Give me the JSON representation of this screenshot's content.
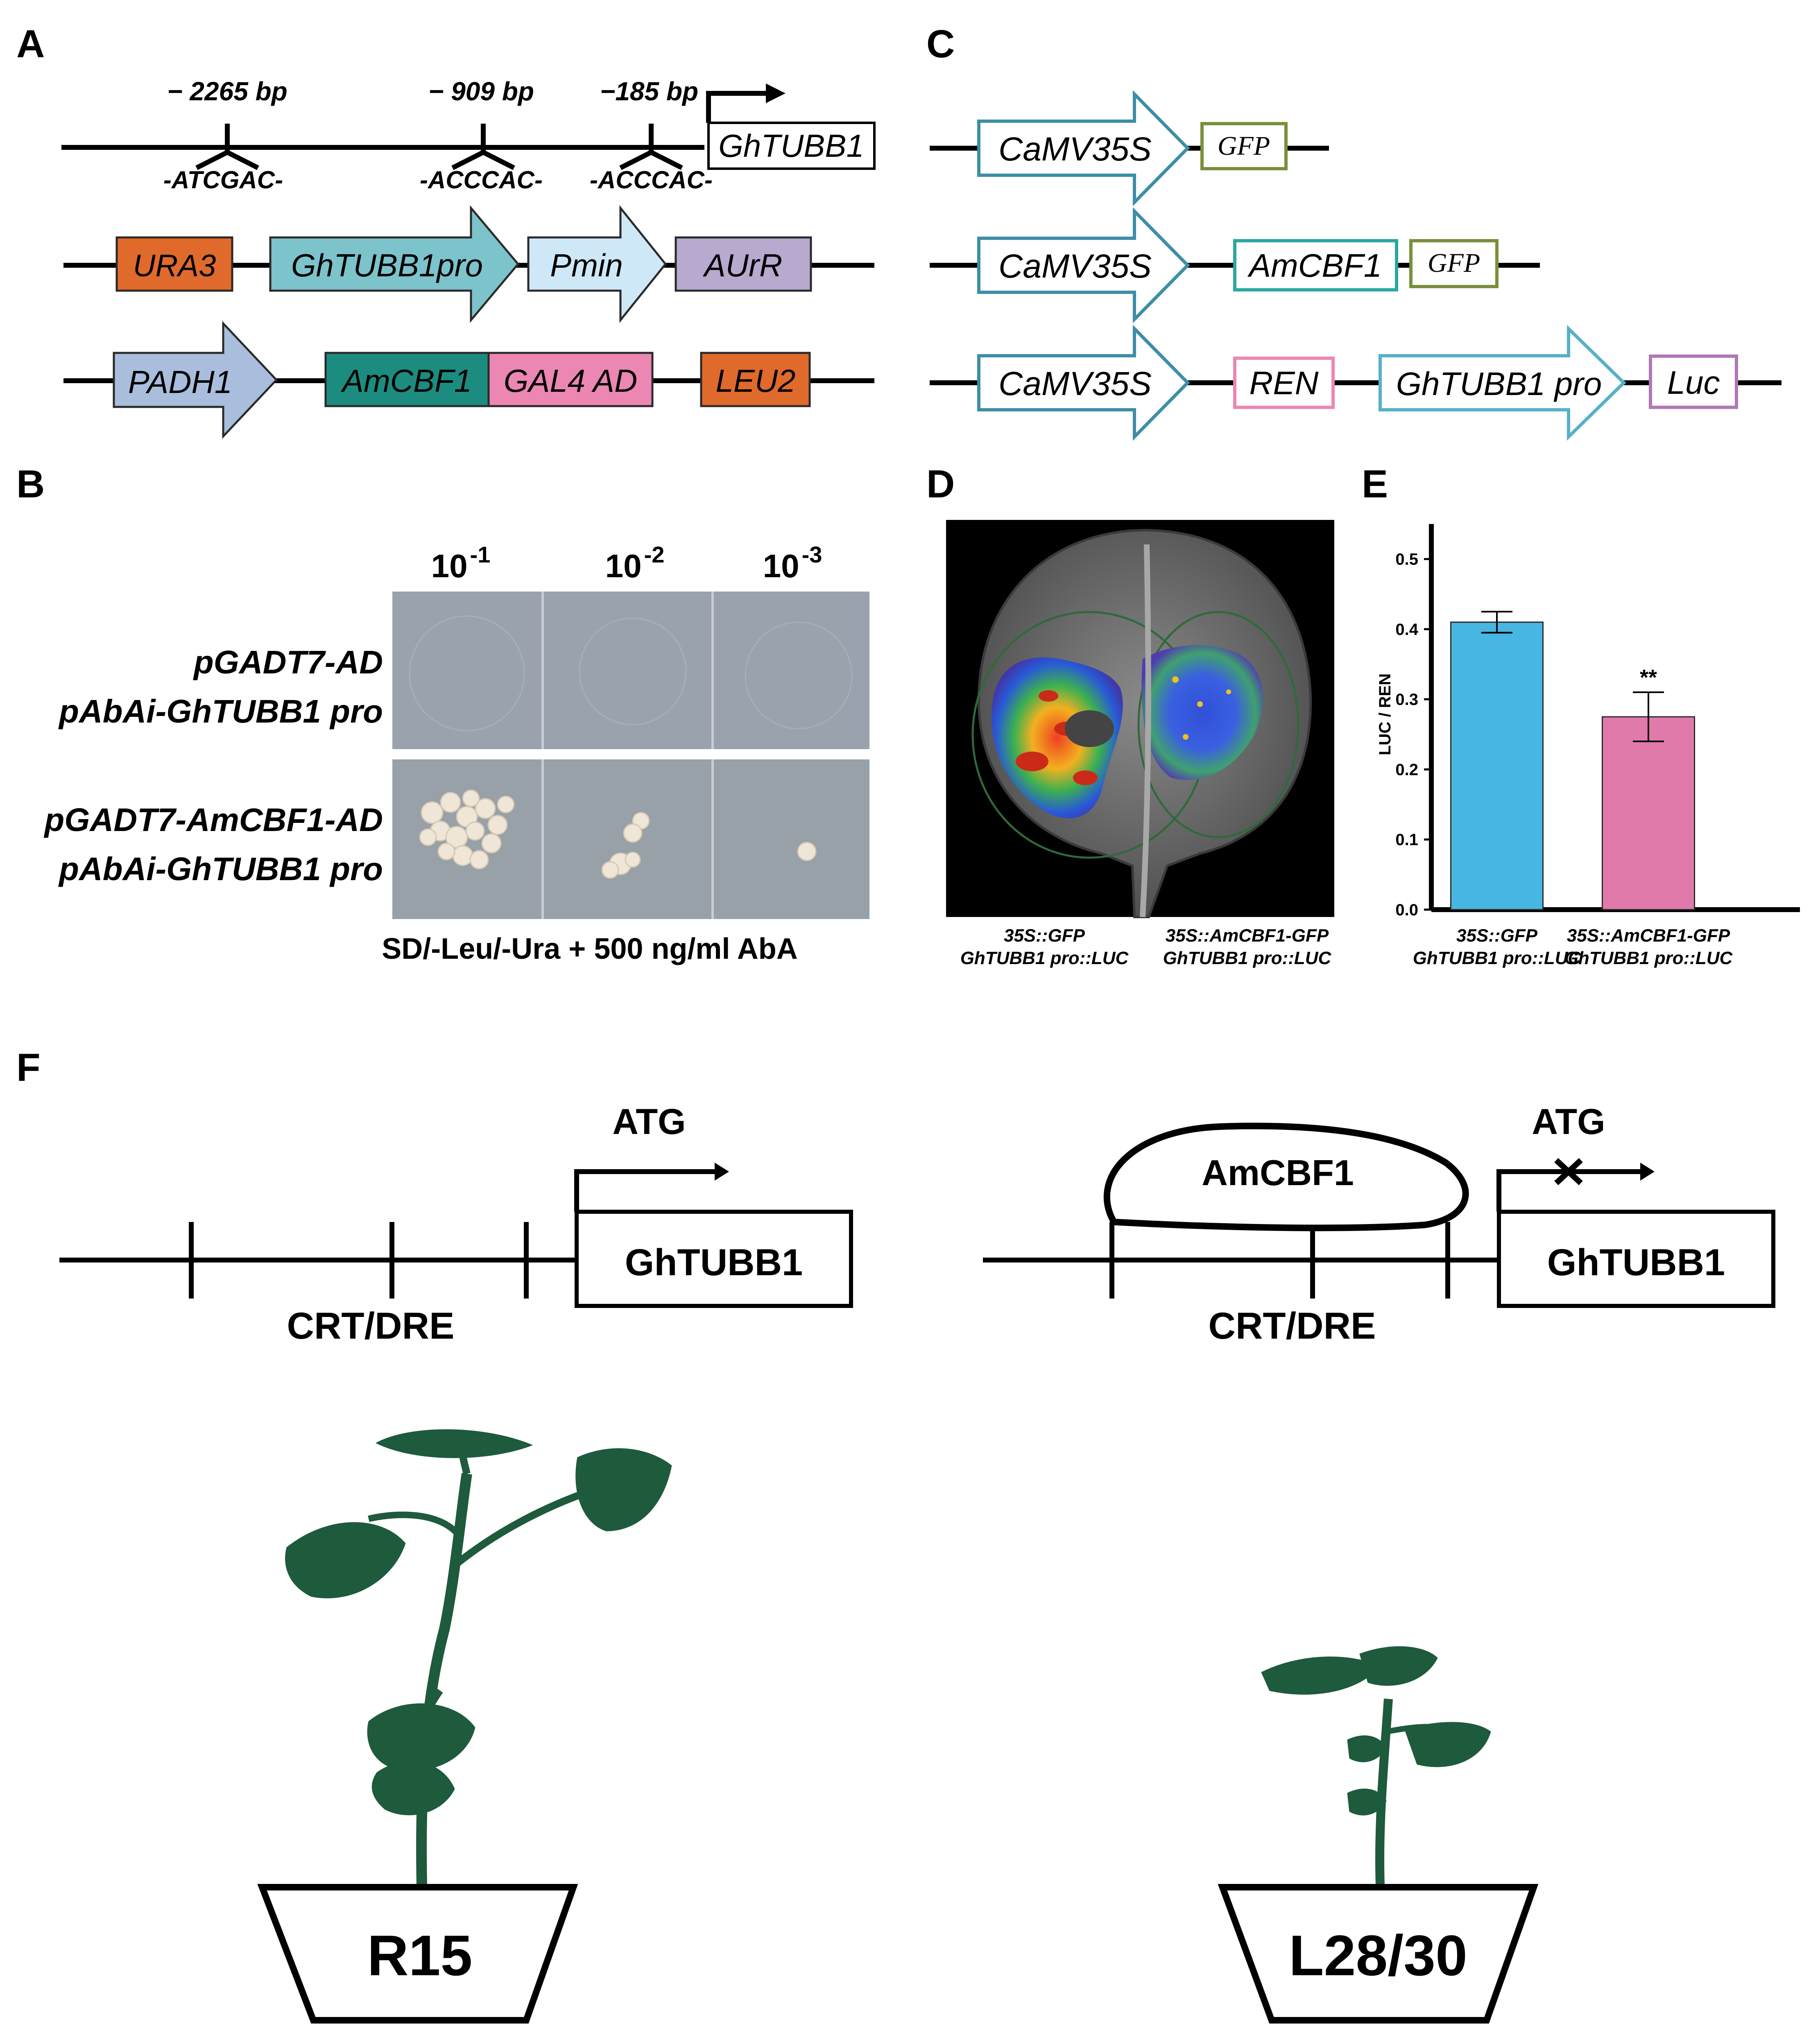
{
  "panels": {
    "a": "A",
    "b": "B",
    "c": "C",
    "d": "D",
    "e": "E",
    "f": "F"
  },
  "panel_a": {
    "positions": [
      "− 2265 bp",
      "− 909 bp",
      "−185 bp"
    ],
    "motifs": [
      "-ATCGAC-",
      "-ACCCAC-",
      "-ACCCAC-"
    ],
    "gene": "GhTUBB1",
    "row2": {
      "ura3": "URA3",
      "promoter": "GhTUBB1pro",
      "pmin": "Pmin",
      "aurr": "AUrR"
    },
    "row3": {
      "padh1": "PADH1",
      "amcbf1": "AmCBF1",
      "gal4ad": "GAL4 AD",
      "leu2": "LEU2"
    },
    "colors": {
      "ura3": "#e06a2c",
      "promoter": "#7cc3cc",
      "pmin": "#cfe8f8",
      "aurr": "#b8a9cf",
      "padh1": "#a8bedc",
      "amcbf1": "#1c8c80",
      "gal4ad": "#ec86b2",
      "leu2": "#e06a2c"
    }
  },
  "panel_b": {
    "dilutions": [
      {
        "base": "10",
        "exp": "-1"
      },
      {
        "base": "10",
        "exp": "-2"
      },
      {
        "base": "10",
        "exp": "-3"
      }
    ],
    "row1": [
      "pGADT7-AD",
      "pAbAi-GhTUBB1 pro"
    ],
    "row2": [
      "pGADT7-AmCBF1-AD",
      "pAbAi-GhTUBB1 pro"
    ],
    "medium": "SD/-Leu/-Ura + 500 ng/ml AbA"
  },
  "panel_c": {
    "promoter": "CaMV35S",
    "gfp": "GFP",
    "amcbf1": "AmCBF1",
    "ren": "REN",
    "gh_promoter": "GhTUBB1 pro",
    "luc": "Luc",
    "colors": {
      "arrow": "#3d8ea6",
      "gfp": "#7a8f3c",
      "amcbf1": "#2aa8a0",
      "ren": "#ec86b2",
      "gh_promoter": "#57b0c8",
      "luc": "#b077b8"
    }
  },
  "panel_d": {
    "left_label": [
      "35S::GFP",
      "GhTUBB1 pro::LUC"
    ],
    "right_label": [
      "35S::AmCBF1-GFP",
      "GhTUBB1 pro::LUC"
    ]
  },
  "panel_f": {
    "atg": "ATG",
    "gene": "GhTUBB1",
    "element": "CRT/DRE",
    "tf": "AmCBF1",
    "plants": [
      "R15",
      "L28/30"
    ],
    "plant_color": "#1e5a3c"
  },
  "chart_data": {
    "type": "bar",
    "categories": [
      [
        "35S::GFP",
        "GhTUBB1 pro::LUC"
      ],
      [
        "35S::AmCBF1-GFP",
        "GhTUBB1 pro::LUC"
      ]
    ],
    "values": [
      0.41,
      0.275
    ],
    "errors": [
      0.015,
      0.035
    ],
    "colors": [
      "#48b6e2",
      "#e07aaa"
    ],
    "significance": [
      "",
      "**"
    ],
    "ylabel": "LUC / REN",
    "ylim": [
      0.0,
      0.55
    ],
    "yticks": [
      "0.0",
      "0.1",
      "0.2",
      "0.3",
      "0.4",
      "0.5"
    ],
    "grid": false
  }
}
